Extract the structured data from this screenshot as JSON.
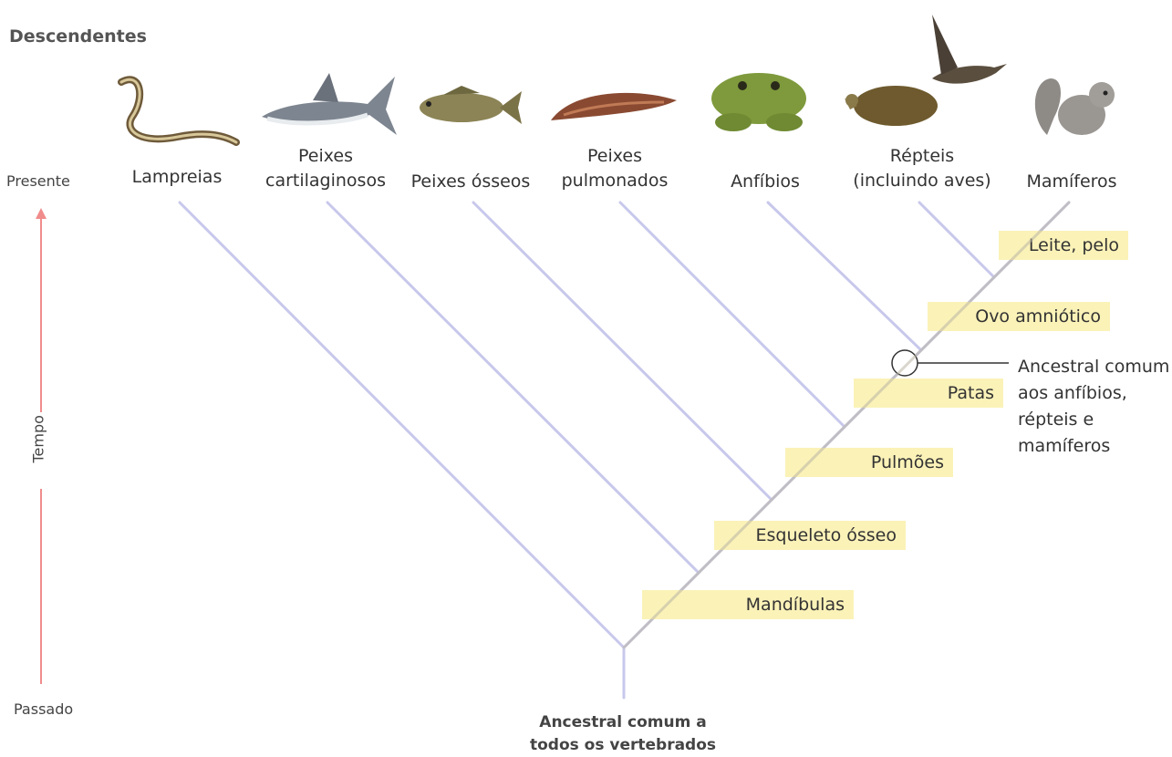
{
  "heading": "Descendentes",
  "time_axis": {
    "top_label": "Presente",
    "middle_label": "Tempo",
    "bottom_label": "Passado",
    "arrow_color": "#f08c8c"
  },
  "groups": [
    {
      "label": "Lampreias",
      "icon": "lamprey-icon"
    },
    {
      "label": "Peixes\ncartilaginosos",
      "icon": "shark-icon"
    },
    {
      "label": "Peixes ósseos",
      "icon": "bass-fish-icon"
    },
    {
      "label": "Peixes\npulmonados",
      "icon": "lungfish-icon"
    },
    {
      "label": "Anfíbios",
      "icon": "frog-icon"
    },
    {
      "label": "Répteis\n(incluindo aves)",
      "icon": "turtle-and-goose-icon"
    },
    {
      "label": "Mamíferos",
      "icon": "squirrel-icon"
    }
  ],
  "traits": [
    {
      "label": "Mandíbulas"
    },
    {
      "label": "Esqueleto ósseo"
    },
    {
      "label": "Pulmões"
    },
    {
      "label": "Patas"
    },
    {
      "label": "Ovo amniótico"
    },
    {
      "label": "Leite, pelo"
    }
  ],
  "callout": "Ancestral comum\naos anfíbios,\nrépteis e\nmamíferos",
  "root_label": "Ancestral comum a\ntodos os vertebrados",
  "colors": {
    "branch": "#c8c8ec",
    "trait_highlight": "#fbf2b8",
    "callout_line": "#333333"
  }
}
